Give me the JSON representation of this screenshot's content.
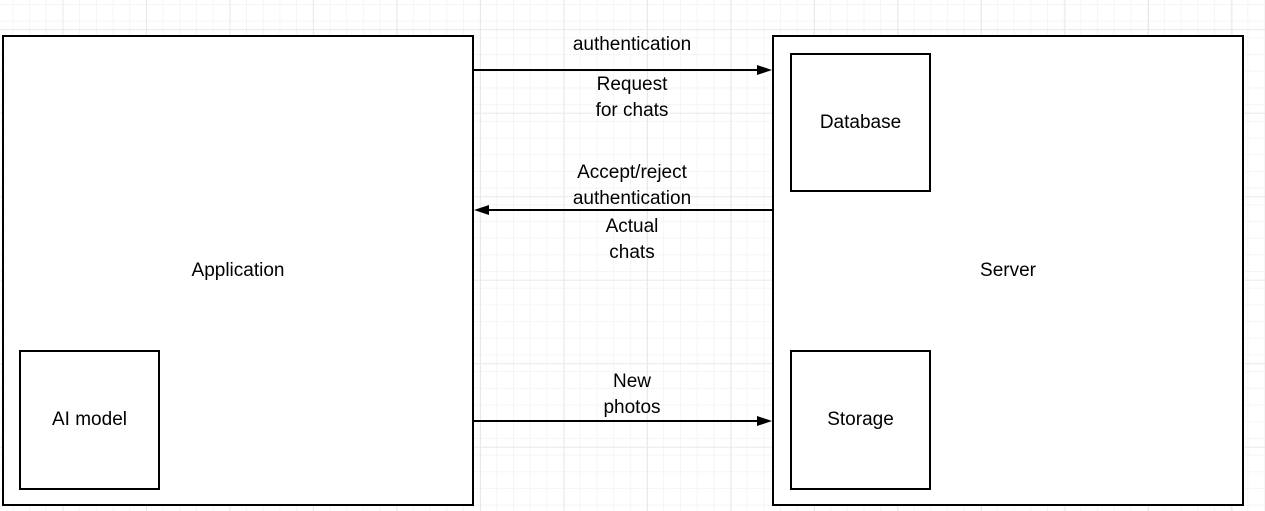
{
  "nodes": {
    "application": {
      "label": "Application"
    },
    "ai_model": {
      "label": "AI model"
    },
    "server": {
      "label": "Server"
    },
    "database": {
      "label": "Database"
    },
    "storage": {
      "label": "Storage"
    }
  },
  "edges": {
    "auth_request": {
      "from": "Application",
      "to": "Server",
      "direction": "left-to-right",
      "label_above": "authentication",
      "label_below": "Request\nfor chats"
    },
    "auth_response": {
      "from": "Server",
      "to": "Application",
      "direction": "right-to-left",
      "label_above": "Accept/reject\nauthentication",
      "label_below": "Actual\nchats"
    },
    "new_photos": {
      "from": "Application",
      "to": "Server",
      "direction": "left-to-right",
      "label_above": "New\nphotos"
    }
  },
  "colors": {
    "stroke": "#000000",
    "text": "#000000",
    "node_fill": "#ffffff",
    "background": "#ffffff",
    "grid_minor": "#f5f5f5",
    "grid_major": "#e9e9e9"
  }
}
